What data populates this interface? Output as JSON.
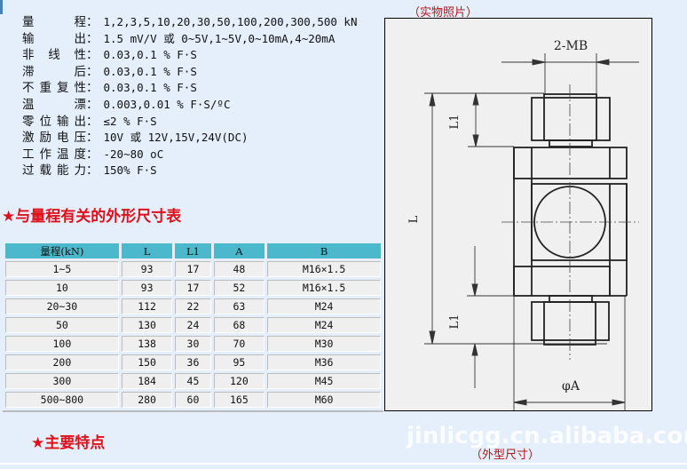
{
  "specs": [
    {
      "label": "量　　程",
      "value": "1,2,3,5,10,20,30,50,100,200,300,500 kN"
    },
    {
      "label": "输　　出",
      "value": "1.5 mV/V 或 0~5V,1~5V,0~10mA,4~20mA"
    },
    {
      "label": "非 线 性",
      "value": "0.03,0.1 % F·S"
    },
    {
      "label": "滞　　后",
      "value": "0.03,0.1 % F·S"
    },
    {
      "label": "不重复性",
      "value": "0.03,0.1 % F·S"
    },
    {
      "label": "温　　漂",
      "value": "0.003,0.01 % F·S/ºC"
    },
    {
      "label": "零位输出",
      "value": "≤2 % F·S"
    },
    {
      "label": "激励电压",
      "value": "10V 或 12V,15V,24V(DC)"
    },
    {
      "label": "工作温度",
      "value": "-20~80 oC"
    },
    {
      "label": "过载能力",
      "value": "150% F·S"
    }
  ],
  "dimension_heading": "★与量程有关的外形尺寸表",
  "table": {
    "headers": [
      "量程(kN)",
      "L",
      "L1",
      "A",
      "B"
    ],
    "rows": [
      [
        "1~5",
        "93",
        "17",
        "48",
        "M16×1.5"
      ],
      [
        "10",
        "93",
        "17",
        "52",
        "M16×1.5"
      ],
      [
        "20~30",
        "112",
        "22",
        "63",
        "M24"
      ],
      [
        "50",
        "130",
        "24",
        "68",
        "M24"
      ],
      [
        "100",
        "138",
        "30",
        "70",
        "M30"
      ],
      [
        "200",
        "150",
        "36",
        "95",
        "M36"
      ],
      [
        "300",
        "184",
        "45",
        "120",
        "M45"
      ],
      [
        "500~800",
        "280",
        "60",
        "165",
        "M60"
      ]
    ]
  },
  "features_heading": "★主要特点",
  "photo_caption": "（实物照片）",
  "drawing_caption": "（外型尺寸）",
  "drawing_labels": {
    "mb": "2-MB",
    "l": "L",
    "l1": "L1",
    "phi_a": "φA"
  },
  "watermark": "jinlicgg.cn.alibaba.com"
}
